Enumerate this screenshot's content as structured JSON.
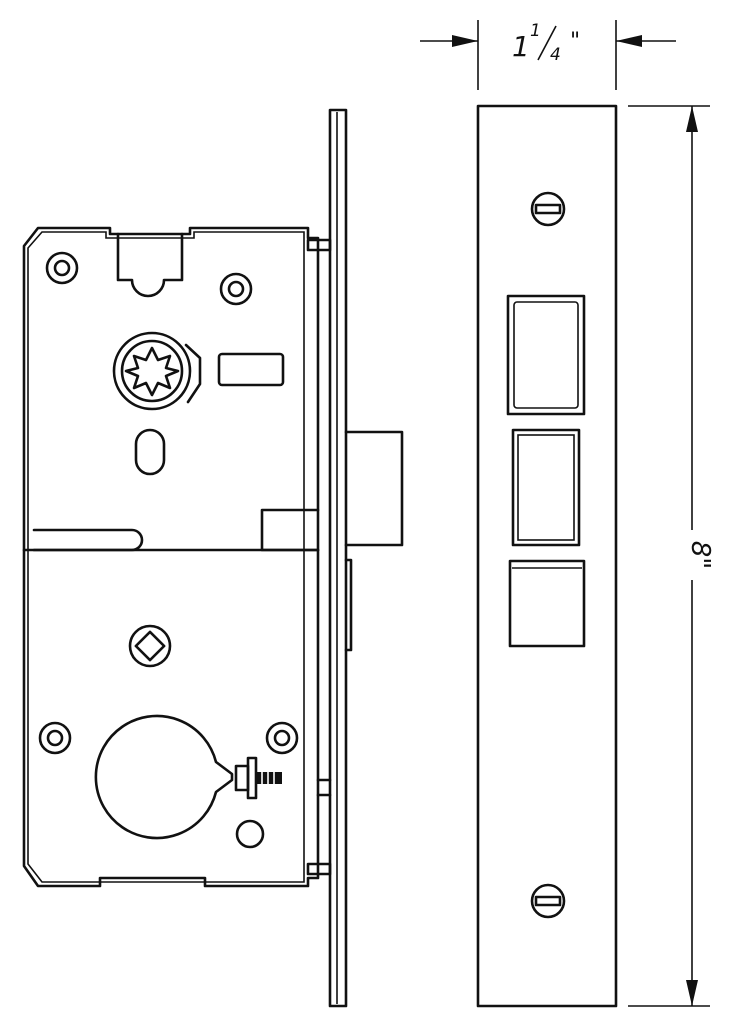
{
  "drawing": {
    "views": [
      "side-view",
      "front-view"
    ],
    "dimensions": {
      "width": {
        "whole": "1",
        "numerator": "1",
        "denominator": "4",
        "unit": "\""
      },
      "height": {
        "value": "8\""
      }
    },
    "colors": {
      "line": "#111111",
      "background": "#ffffff"
    }
  }
}
